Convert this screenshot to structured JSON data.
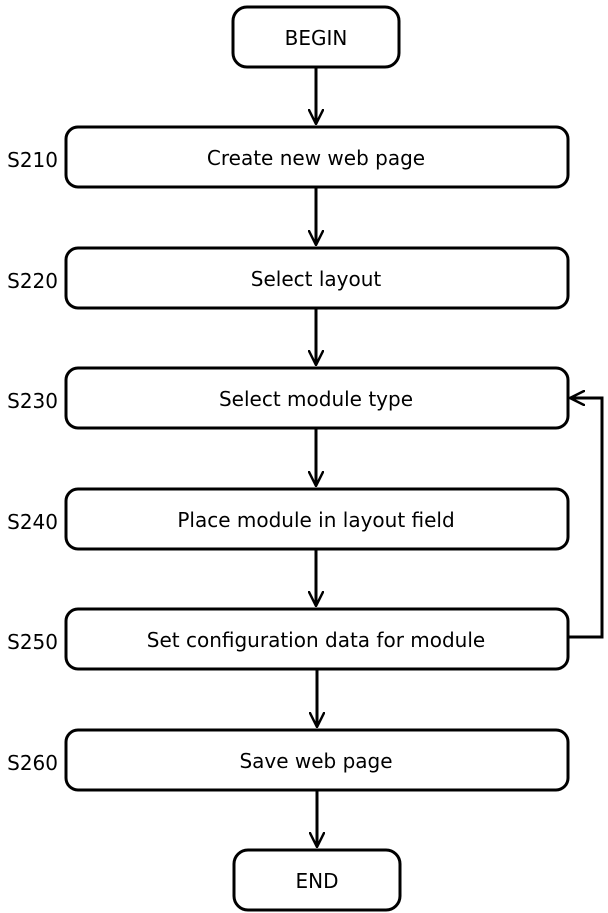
{
  "diagram": {
    "type": "flowchart",
    "colors": {
      "stroke": "#000000",
      "fill": "#ffffff",
      "text": "#000000"
    },
    "terminals": {
      "begin": "BEGIN",
      "end": "END"
    },
    "steps": [
      {
        "id": "S210",
        "label": "Create new web page"
      },
      {
        "id": "S220",
        "label": "Select layout"
      },
      {
        "id": "S230",
        "label": "Select module type"
      },
      {
        "id": "S240",
        "label": "Place module in layout field"
      },
      {
        "id": "S250",
        "label": "Set configuration data for module"
      },
      {
        "id": "S260",
        "label": "Save web page"
      }
    ],
    "loop": {
      "from": "S250",
      "to": "S230"
    }
  }
}
